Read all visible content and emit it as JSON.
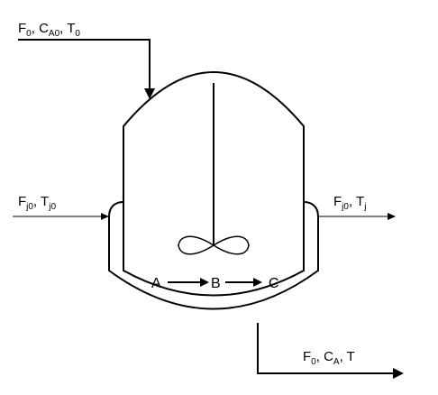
{
  "feed_label": {
    "f": "F",
    "f_sub": "0",
    "sep1": ", ",
    "c": "C",
    "c_sub": "A0",
    "sep2": ", ",
    "t": "T",
    "t_sub": "0"
  },
  "jacket_in_label": {
    "f": "F",
    "f_sub": "j0",
    "sep1": ", ",
    "t": "T",
    "t_sub": "j0"
  },
  "jacket_out_label": {
    "f": "F",
    "f_sub": "j0",
    "sep1": ", ",
    "t": "T",
    "t_sub": "j"
  },
  "product_label": {
    "f": "F",
    "f_sub": "0",
    "sep1": ", ",
    "c": "C",
    "c_sub": "A",
    "sep2": ", ",
    "t": "T"
  },
  "reaction": {
    "a": "A",
    "b": "B",
    "c": "C"
  },
  "colors": {
    "stroke": "#000000",
    "background": "#ffffff"
  }
}
